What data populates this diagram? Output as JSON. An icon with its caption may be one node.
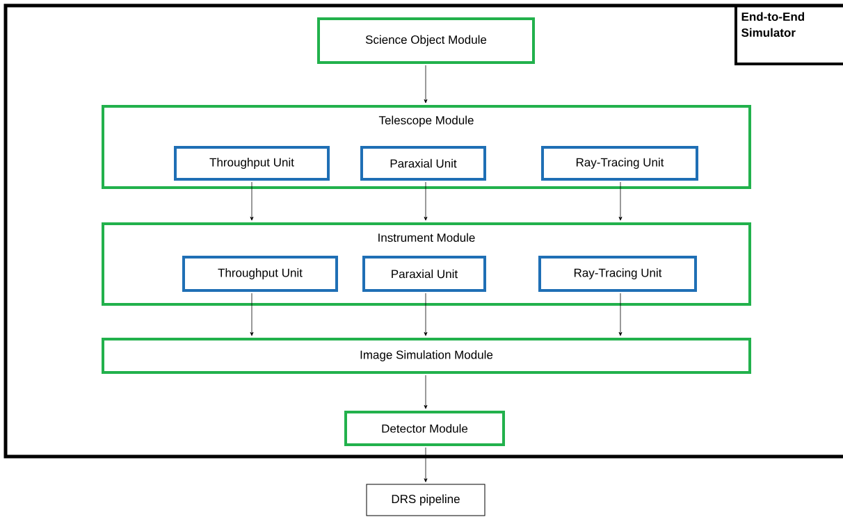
{
  "diagram": {
    "nodes": [
      {
        "text": [
          "End-to-End Simulator"
        ]
      },
      {
        "text": [
          "Science Object Module"
        ],
        "in": 0
      },
      {
        "text": [
          "Telescope Module"
        ],
        "in": 0
      },
      {
        "text": [
          "Throughput Unit"
        ],
        "in": 2
      },
      {
        "text": [
          "Paraxial Unit"
        ],
        "in": 2
      },
      {
        "text": [
          "Ray-Tracing Unit"
        ],
        "in": 2
      },
      {
        "text": [
          "Instrument Module"
        ],
        "in": 0
      },
      {
        "text": [
          "Throughput Unit"
        ],
        "in": 6
      },
      {
        "text": [
          "Paraxial Unit"
        ],
        "in": 6
      },
      {
        "text": [
          "Ray-Tracing Unit"
        ],
        "in": 6
      },
      {
        "text": [
          "Image Simulation Module"
        ],
        "in": 0
      },
      {
        "text": [
          "Detector Module"
        ],
        "in": 0
      },
      {
        "text": [
          "DRS pipeline"
        ]
      }
    ],
    "edges": [
      {
        "from": 1,
        "to": 2,
        "arrow": "to"
      },
      {
        "from": 3,
        "to": 6,
        "arrow": "to"
      },
      {
        "from": 4,
        "to": 6,
        "arrow": "to"
      },
      {
        "from": 5,
        "to": 6,
        "arrow": "to"
      },
      {
        "from": 7,
        "to": 10,
        "arrow": "to"
      },
      {
        "from": 8,
        "to": 10,
        "arrow": "to"
      },
      {
        "from": 9,
        "to": 10,
        "arrow": "to"
      },
      {
        "from": 10,
        "to": 11,
        "arrow": "to"
      },
      {
        "from": 11,
        "to": 12,
        "arrow": "to"
      }
    ]
  }
}
